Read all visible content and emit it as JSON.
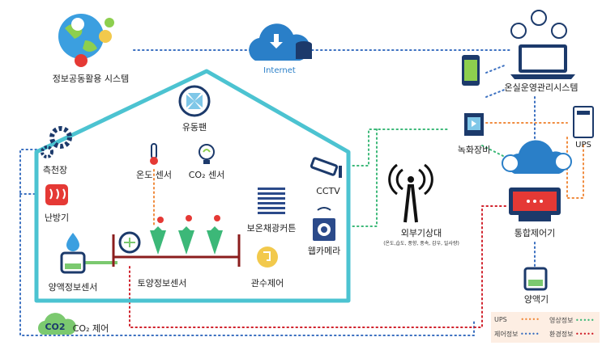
{
  "labels": {
    "info_system": "정보공동활용 시스템",
    "internet": "Internet",
    "mgmt_system": "온실운영관리시스템",
    "fan": "유동팬",
    "temp_sensor": "온도 센서",
    "co2_sensor": "CO₂ 센서",
    "side_window": "측천장",
    "heater": "난방기",
    "cctv": "CCTV",
    "curtain": "보온채광커튼",
    "webcam": "웹카메라",
    "irrigation": "관수제어",
    "soil_sensor": "토양정보센서",
    "nutrient_sensor": "양액정보센서",
    "weather_station": "외부기상대",
    "weather_items": "(온도,습도, 풍향, 풍속, 감우, 일사량)",
    "recorder": "녹화장비",
    "ups": "UPS",
    "controller": "통합제어기",
    "nutrient_supplier": "양액기",
    "co2_badge": "CO2",
    "co2_control": "CO₂ 제어"
  },
  "legend": [
    {
      "label": "UPS",
      "color": "#f08a3c"
    },
    {
      "label": "영상정보",
      "color": "#3cb878"
    },
    {
      "label": "제어정보",
      "color": "#3a6fc0"
    },
    {
      "label": "환경정보",
      "color": "#d0202a"
    }
  ],
  "colors": {
    "house": "#4cc3d1",
    "internet_blue": "#2a7fc8",
    "nutrient_line": "#7bc96f"
  }
}
